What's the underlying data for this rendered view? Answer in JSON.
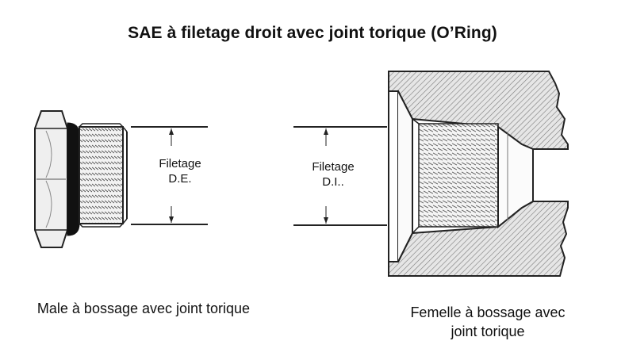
{
  "title": "SAE à filetage droit avec joint torique (O’Ring)",
  "male": {
    "dimension_label_line1": "Filetage",
    "dimension_label_line2": "D.E.",
    "caption": "Male à bossage avec joint torique"
  },
  "female": {
    "dimension_label_line1": "Filetage",
    "dimension_label_line2": "D.I..",
    "caption_line1": "Femelle à bossage avec",
    "caption_line2": "joint torique"
  }
}
